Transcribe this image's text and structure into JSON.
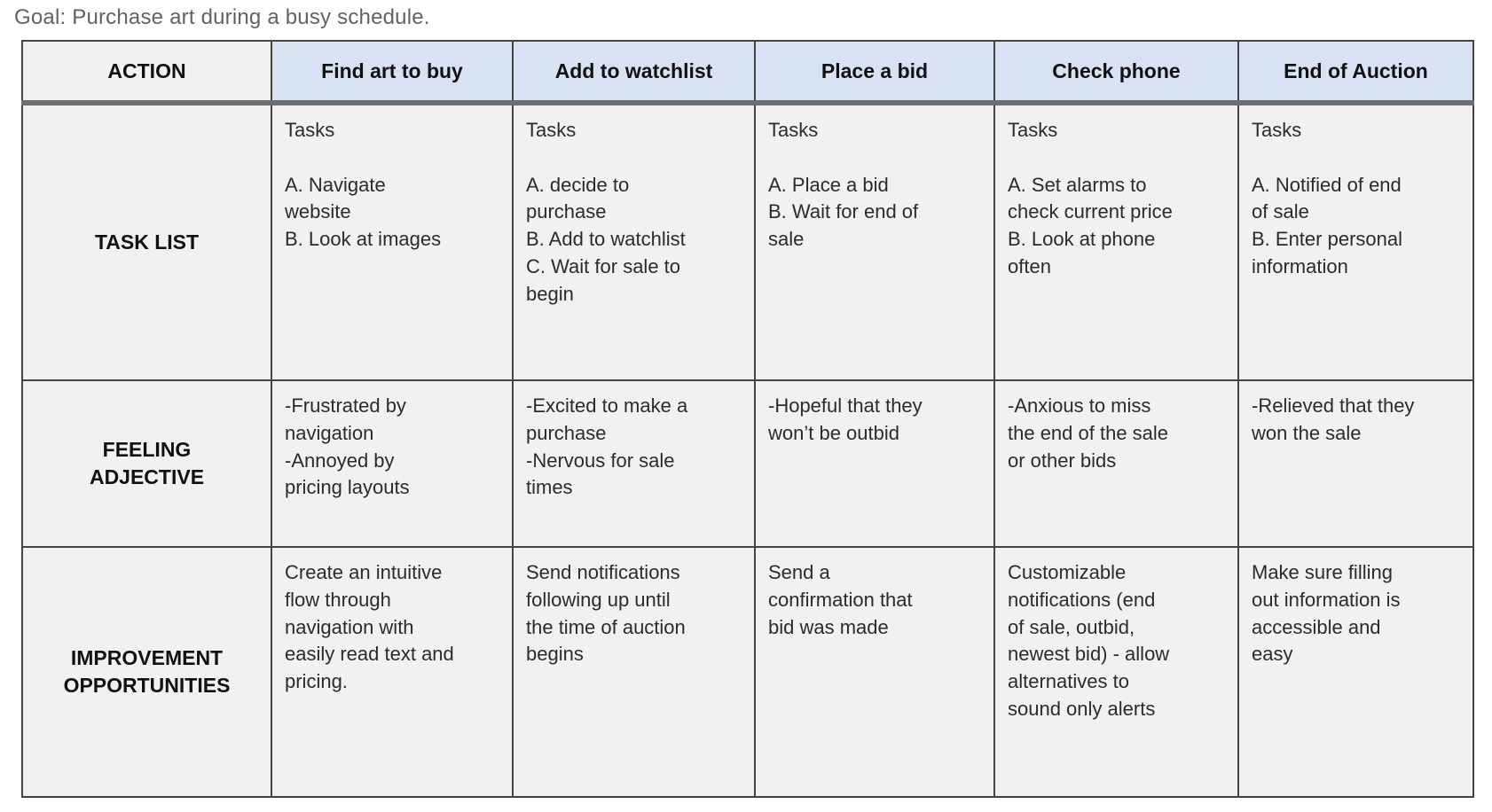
{
  "page": {
    "goal": "Goal: Purchase art during a busy schedule."
  },
  "table": {
    "corner_label": "ACTION",
    "columns": [
      "Find art to buy",
      "Add to watchlist",
      "Place a bid",
      "Check phone",
      "End of Auction"
    ],
    "rows": [
      {
        "label": "TASK LIST",
        "cells": [
          "Tasks\n\nA. Navigate\nwebsite\nB. Look at images",
          "Tasks\n\nA. decide to\npurchase\nB. Add to watchlist\nC. Wait for sale to\nbegin",
          "Tasks\n\nA. Place a bid\nB. Wait for end of\nsale",
          "Tasks\n\nA. Set alarms to\ncheck current price\nB. Look at phone\noften",
          "Tasks\n\nA. Notified of end\nof sale\nB. Enter personal\ninformation"
        ]
      },
      {
        "label": "FEELING\nADJECTIVE",
        "cells": [
          "-Frustrated by\nnavigation\n-Annoyed by\npricing layouts",
          "-Excited to make a\npurchase\n-Nervous for sale\ntimes",
          "-Hopeful that they\nwon’t be outbid",
          "-Anxious to miss\nthe end of the sale\nor other bids",
          "-Relieved that they\nwon the sale"
        ]
      },
      {
        "label": "IMPROVEMENT\nOPPORTUNITIES",
        "cells": [
          "Create an intuitive\nflow through\nnavigation with\neasily read text and\npricing.",
          "Send notifications\nfollowing up until\nthe time of auction\nbegins",
          "Send a\nconfirmation that\nbid was made",
          "Customizable\nnotifications (end\nof sale, outbid,\nnewest bid) - allow\nalternatives to\nsound only alerts",
          "Make sure filling\nout information is\naccessible and\neasy"
        ]
      }
    ]
  },
  "colors": {
    "page-bg": "#ffffff",
    "title-text": "#5f6368",
    "header-blue": "#d9e2f3",
    "cell-gray": "#f2f1ef",
    "border-thin": "#444444",
    "border-thick": "#6b6f72",
    "body-text": "#2b2b2b",
    "label-text": "#111111"
  }
}
